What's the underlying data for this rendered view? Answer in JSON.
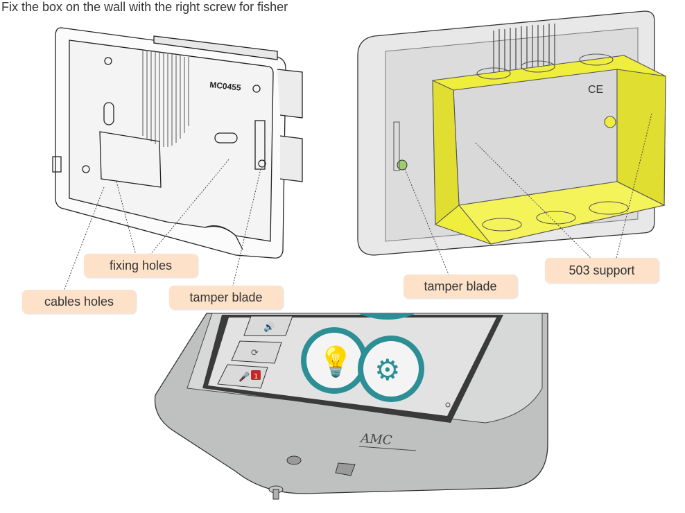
{
  "instruction": "Fix the box on the wall with the right screw for fisher",
  "left_diagram": {
    "model_label": "MC0455",
    "callouts": {
      "fixing_holes": "fixing holes",
      "cables_holes": "cables holes",
      "tamper_blade": "tamper blade"
    }
  },
  "right_diagram": {
    "callouts": {
      "tamper_blade": "tamper blade",
      "support": "503 support"
    },
    "accent_color": "#f0ee3c"
  },
  "bottom_diagram": {
    "brand_logo": "AMC",
    "badge_count": "1",
    "icons": [
      "speaker-icon",
      "clock-icon",
      "microphone-icon",
      "lightbulb-icon",
      "gear-icon"
    ],
    "accent_color": "#2b8f95"
  }
}
